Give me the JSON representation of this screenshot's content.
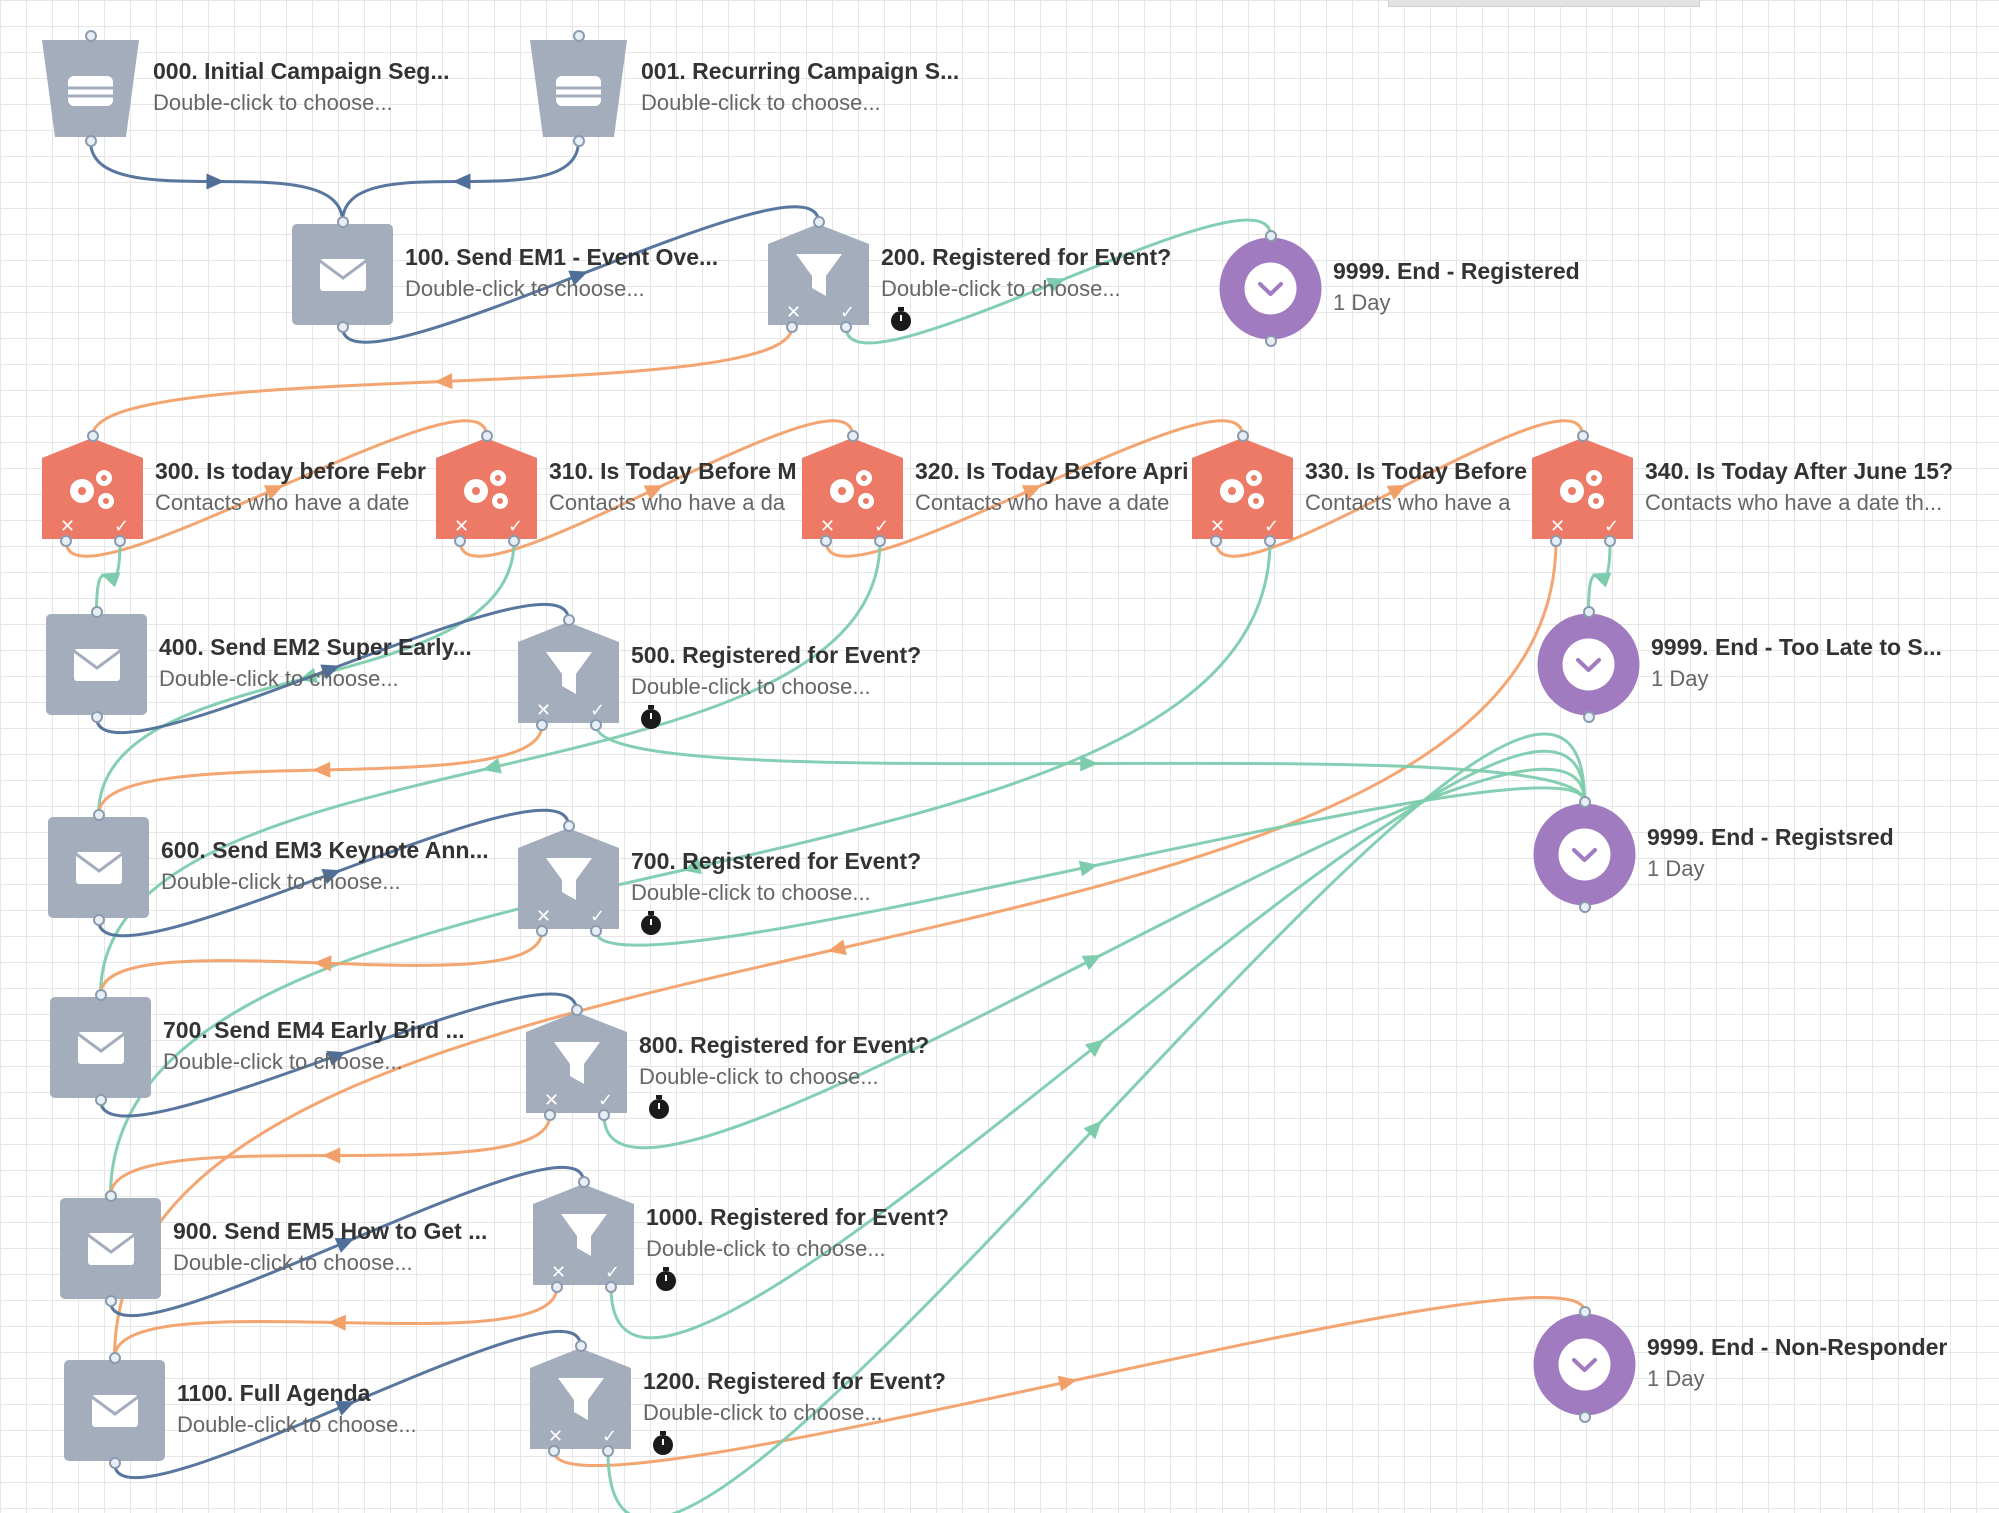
{
  "colors": {
    "segment": "#a3adbc",
    "email": "#a3adbc",
    "decision": "#a3adbc",
    "rule": "#ec7a66",
    "end": "#a17bbf",
    "wire_blue": "#4f6f99",
    "wire_orange": "#f2a06a",
    "wire_green": "#7dccae"
  },
  "nodes": [
    {
      "id": "n000",
      "kind": "segment",
      "icon": "database-icon",
      "title": "000. Initial Campaign Seg...",
      "subtitle": "Double-click to choose..."
    },
    {
      "id": "n001",
      "kind": "segment",
      "icon": "database-icon",
      "title": "001. Recurring Campaign S...",
      "subtitle": "Double-click to choose..."
    },
    {
      "id": "n100",
      "kind": "email",
      "icon": "envelope-icon",
      "title": "100. Send EM1 - Event Ove...",
      "subtitle": "Double-click to choose..."
    },
    {
      "id": "n200",
      "kind": "decision",
      "icon": "funnel-icon",
      "title": "200. Registered for Event?",
      "subtitle": "Double-click to choose..."
    },
    {
      "id": "n9999a",
      "kind": "end",
      "icon": "clock-icon",
      "title": "9999. End - Registered",
      "subtitle": "1 Day"
    },
    {
      "id": "n300",
      "kind": "rule",
      "icon": "gears-icon",
      "title": "300. Is today before Febr",
      "subtitle": "Contacts who have a date"
    },
    {
      "id": "n310",
      "kind": "rule",
      "icon": "gears-icon",
      "title": "310. Is Today Before M",
      "subtitle": "Contacts who have a da"
    },
    {
      "id": "n320",
      "kind": "rule",
      "icon": "gears-icon",
      "title": "320. Is Today Before Apri",
      "subtitle": "Contacts who have a date"
    },
    {
      "id": "n330",
      "kind": "rule",
      "icon": "gears-icon",
      "title": "330. Is Today Before",
      "subtitle": "Contacts who have a"
    },
    {
      "id": "n340",
      "kind": "rule",
      "icon": "gears-icon",
      "title": "340. Is Today After June 15?",
      "subtitle": "Contacts who have a date th..."
    },
    {
      "id": "n400",
      "kind": "email",
      "icon": "envelope-icon",
      "title": "400. Send EM2 Super Early...",
      "subtitle": "Double-click to choose..."
    },
    {
      "id": "n500",
      "kind": "decision",
      "icon": "funnel-icon",
      "title": "500. Registered for Event?",
      "subtitle": "Double-click to choose..."
    },
    {
      "id": "n9999b",
      "kind": "end",
      "icon": "clock-icon",
      "title": "9999. End - Too Late to S...",
      "subtitle": "1 Day"
    },
    {
      "id": "n600",
      "kind": "email",
      "icon": "envelope-icon",
      "title": "600. Send EM3 Keynote Ann...",
      "subtitle": "Double-click to choose..."
    },
    {
      "id": "n700d",
      "kind": "decision",
      "icon": "funnel-icon",
      "title": "700. Registered for Event?",
      "subtitle": "Double-click to choose..."
    },
    {
      "id": "n9999c",
      "kind": "end",
      "icon": "clock-icon",
      "title": "9999. End - Registsred",
      "subtitle": "1 Day"
    },
    {
      "id": "n700e",
      "kind": "email",
      "icon": "envelope-icon",
      "title": "700. Send EM4 Early Bird ...",
      "subtitle": "Double-click to choose..."
    },
    {
      "id": "n800",
      "kind": "decision",
      "icon": "funnel-icon",
      "title": "800. Registered for Event?",
      "subtitle": "Double-click to choose..."
    },
    {
      "id": "n900",
      "kind": "email",
      "icon": "envelope-icon",
      "title": "900. Send EM5 How to Get ...",
      "subtitle": "Double-click to choose..."
    },
    {
      "id": "n1000",
      "kind": "decision",
      "icon": "funnel-icon",
      "title": "1000. Registered for Event?",
      "subtitle": "Double-click to choose..."
    },
    {
      "id": "n9999d",
      "kind": "end",
      "icon": "clock-icon",
      "title": "9999. End - Non-Responder",
      "subtitle": "1 Day"
    },
    {
      "id": "n1100",
      "kind": "email",
      "icon": "envelope-icon",
      "title": "1100. Full Agenda",
      "subtitle": "Double-click to choose..."
    },
    {
      "id": "n1200",
      "kind": "decision",
      "icon": "funnel-icon",
      "title": "1200. Registered for Event?",
      "subtitle": "Double-click to choose..."
    }
  ],
  "connections": [
    {
      "from": "n000",
      "to": "n100",
      "color": "blue"
    },
    {
      "from": "n001",
      "to": "n100",
      "color": "blue"
    },
    {
      "from": "n100",
      "to": "n200",
      "color": "blue"
    },
    {
      "from": "n200",
      "to": "n9999a",
      "branch": "yes",
      "color": "green"
    },
    {
      "from": "n200",
      "to": "n300",
      "branch": "no",
      "color": "orange"
    },
    {
      "from": "n300",
      "to": "n310",
      "branch": "no",
      "color": "orange"
    },
    {
      "from": "n300",
      "to": "n400",
      "branch": "yes",
      "color": "green"
    },
    {
      "from": "n310",
      "to": "n320",
      "branch": "no",
      "color": "orange"
    },
    {
      "from": "n310",
      "to": "n600",
      "branch": "yes",
      "color": "green"
    },
    {
      "from": "n320",
      "to": "n330",
      "branch": "no",
      "color": "orange"
    },
    {
      "from": "n320",
      "to": "n700e",
      "branch": "yes",
      "color": "green"
    },
    {
      "from": "n330",
      "to": "n340",
      "branch": "no",
      "color": "orange"
    },
    {
      "from": "n330",
      "to": "n900",
      "branch": "yes",
      "color": "green"
    },
    {
      "from": "n340",
      "to": "n1100",
      "branch": "no",
      "color": "orange"
    },
    {
      "from": "n340",
      "to": "n9999b",
      "branch": "yes",
      "color": "green"
    },
    {
      "from": "n400",
      "to": "n500",
      "color": "blue"
    },
    {
      "from": "n500",
      "to": "n600",
      "branch": "no",
      "color": "orange"
    },
    {
      "from": "n500",
      "to": "n9999c",
      "branch": "yes",
      "color": "green"
    },
    {
      "from": "n600",
      "to": "n700d",
      "color": "blue"
    },
    {
      "from": "n700d",
      "to": "n700e",
      "branch": "no",
      "color": "orange"
    },
    {
      "from": "n700d",
      "to": "n9999c",
      "branch": "yes",
      "color": "green"
    },
    {
      "from": "n700e",
      "to": "n800",
      "color": "blue"
    },
    {
      "from": "n800",
      "to": "n900",
      "branch": "no",
      "color": "orange"
    },
    {
      "from": "n800",
      "to": "n9999c",
      "branch": "yes",
      "color": "green"
    },
    {
      "from": "n900",
      "to": "n1000",
      "color": "blue"
    },
    {
      "from": "n1000",
      "to": "n1100",
      "branch": "no",
      "color": "orange"
    },
    {
      "from": "n1000",
      "to": "n9999c",
      "branch": "yes",
      "color": "green"
    },
    {
      "from": "n1100",
      "to": "n1200",
      "color": "blue"
    },
    {
      "from": "n1200",
      "to": "n9999d",
      "branch": "no",
      "color": "orange"
    },
    {
      "from": "n1200",
      "to": "n9999c",
      "branch": "yes",
      "color": "green"
    }
  ]
}
